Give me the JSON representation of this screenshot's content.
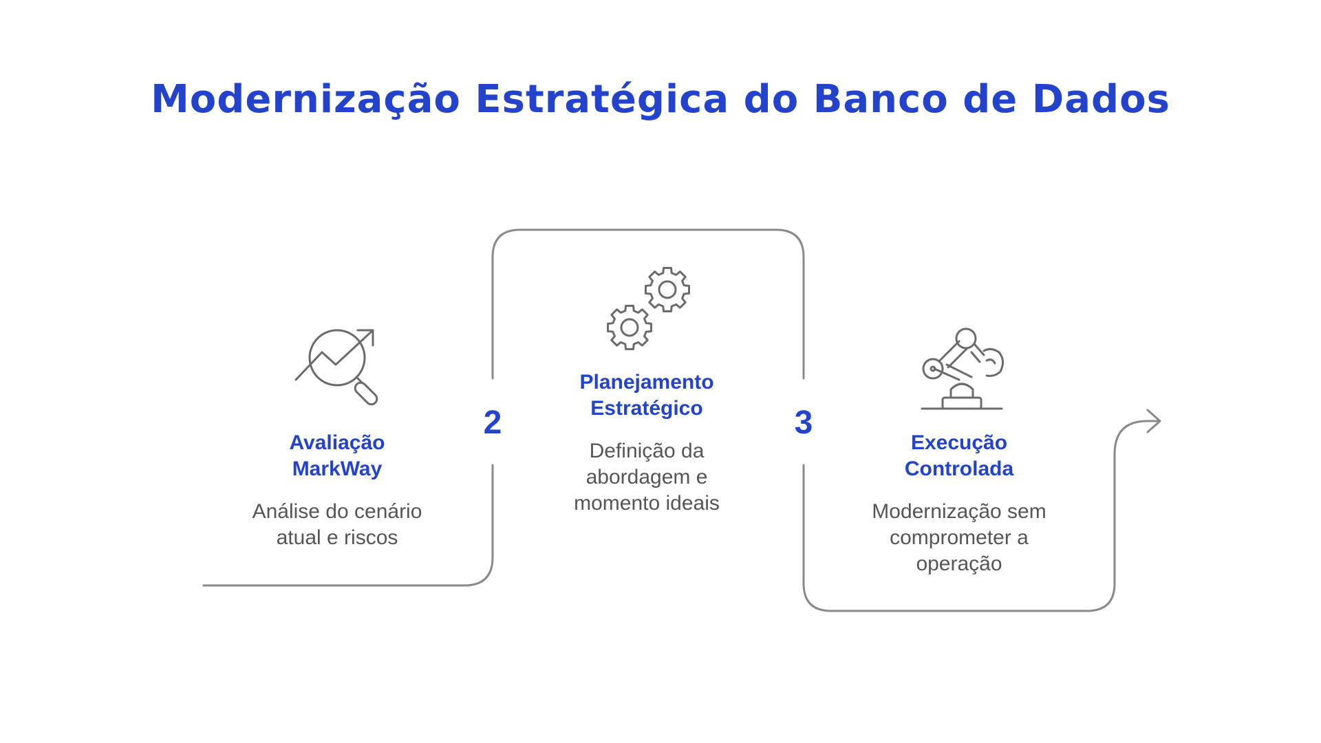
{
  "title": "Modernização Estratégica do Banco de Dados",
  "colors": {
    "accent": "#2343cc",
    "line": "#8a8a8a",
    "icon": "#6b6b6b",
    "text": "#555555"
  },
  "steps": [
    {
      "number": "",
      "title_line1": "Avaliação",
      "title_line2": "MarkWay",
      "desc_line1": "Análise do cenário",
      "desc_line2": "atual e riscos",
      "desc_line3": "",
      "icon": "magnifier-trend-icon"
    },
    {
      "number": "2",
      "title_line1": "Planejamento",
      "title_line2": "Estratégico",
      "desc_line1": "Definição da",
      "desc_line2": "abordagem e",
      "desc_line3": "momento ideais",
      "icon": "gears-icon"
    },
    {
      "number": "3",
      "title_line1": "Execução",
      "title_line2": "Controlada",
      "desc_line1": "Modernização sem",
      "desc_line2": "comprometer a",
      "desc_line3": "operação",
      "icon": "robotic-arm-icon"
    }
  ]
}
